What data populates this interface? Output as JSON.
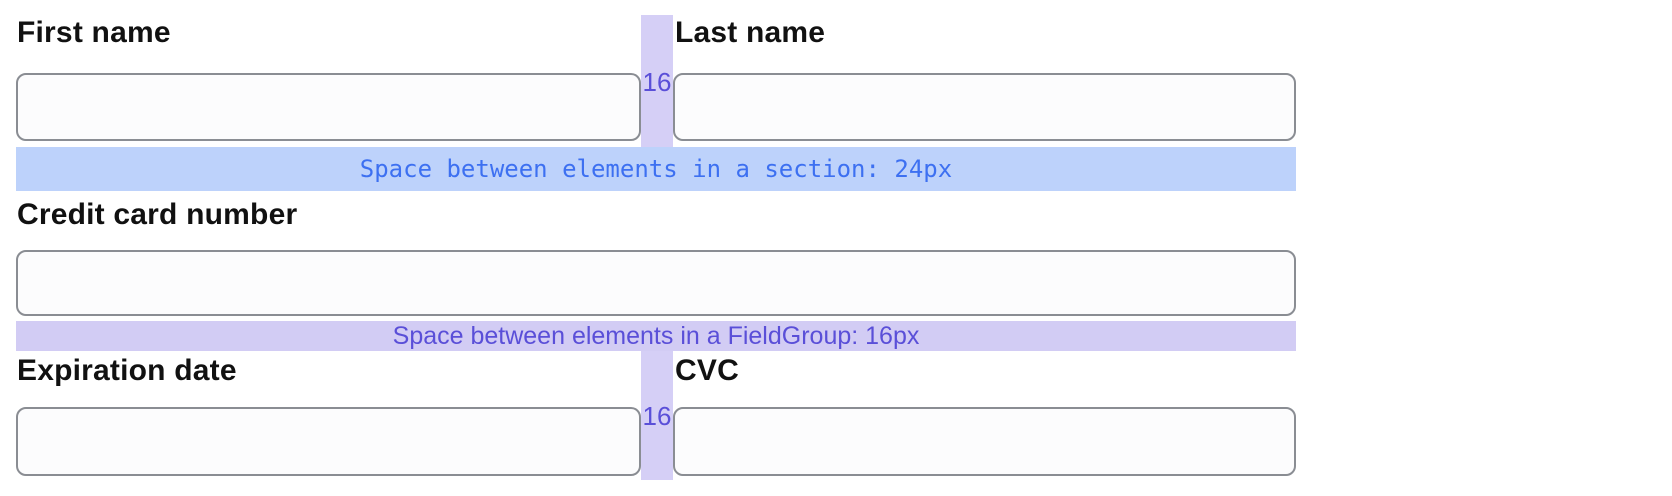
{
  "form": {
    "fields": {
      "first_name": {
        "label": "First name",
        "value": "",
        "placeholder": ""
      },
      "last_name": {
        "label": "Last name",
        "value": "",
        "placeholder": ""
      },
      "card_number": {
        "label": "Credit card number",
        "value": "",
        "placeholder": ""
      },
      "expiration": {
        "label": "Expiration date",
        "value": "",
        "placeholder": ""
      },
      "cvc": {
        "label": "CVC",
        "value": "",
        "placeholder": ""
      }
    }
  },
  "annotations": {
    "section_gap_text": "Space between elements in a section: 24px",
    "fieldgroup_gap_text": "Space between elements in a FieldGroup: 16px",
    "column_gap_top": "16",
    "column_gap_bottom": "16"
  },
  "colors": {
    "section_band_bg": "#BDD2FB",
    "section_band_text": "#3D70F1",
    "fieldgroup_band_bg": "#D2CCF4",
    "fieldgroup_band_text": "#5A4FD8",
    "column_gap_bar_bg": "#D5CFF6",
    "column_gap_label_text": "#5A4FD8",
    "input_border": "#8A8D93",
    "label_text": "#111111"
  }
}
